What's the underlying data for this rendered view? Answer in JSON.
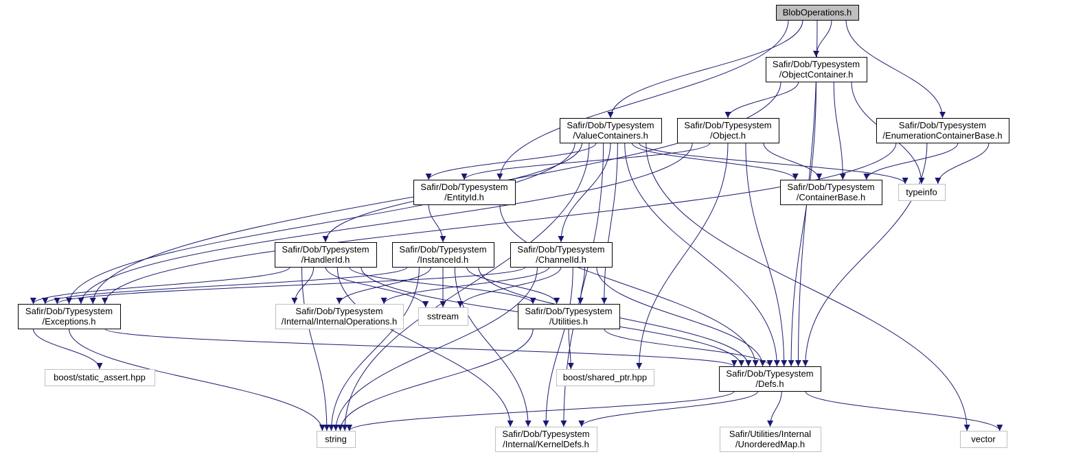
{
  "colors": {
    "edge": "#191970",
    "root_fill": "#bfbfbf",
    "node_border": "#000000",
    "external_border": "#bfbfbf",
    "background": "#ffffff"
  },
  "nodes": {
    "blob": {
      "kind": "root",
      "lines": [
        "BlobOperations.h"
      ]
    },
    "objcont": {
      "kind": "doc",
      "lines": [
        "Safir/Dob/Typesystem",
        "/ObjectContainer.h"
      ]
    },
    "valuecont": {
      "kind": "doc",
      "lines": [
        "Safir/Dob/Typesystem",
        "/ValueContainers.h"
      ]
    },
    "object": {
      "kind": "doc",
      "lines": [
        "Safir/Dob/Typesystem",
        "/Object.h"
      ]
    },
    "enumbase": {
      "kind": "doc",
      "lines": [
        "Safir/Dob/Typesystem",
        "/EnumerationContainerBase.h"
      ]
    },
    "entityid": {
      "kind": "doc",
      "lines": [
        "Safir/Dob/Typesystem",
        "/EntityId.h"
      ]
    },
    "contbase": {
      "kind": "doc",
      "lines": [
        "Safir/Dob/Typesystem",
        "/ContainerBase.h"
      ]
    },
    "typeinfo": {
      "kind": "ext",
      "lines": [
        "typeinfo"
      ]
    },
    "handlerid": {
      "kind": "doc",
      "lines": [
        "Safir/Dob/Typesystem",
        "/HandlerId.h"
      ]
    },
    "instanceid": {
      "kind": "doc",
      "lines": [
        "Safir/Dob/Typesystem",
        "/InstanceId.h"
      ]
    },
    "channelid": {
      "kind": "doc",
      "lines": [
        "Safir/Dob/Typesystem",
        "/ChannelId.h"
      ]
    },
    "exceptions": {
      "kind": "doc",
      "lines": [
        "Safir/Dob/Typesystem",
        "/Exceptions.h"
      ]
    },
    "internalops": {
      "kind": "ext",
      "lines": [
        "Safir/Dob/Typesystem",
        "/Internal/InternalOperations.h"
      ]
    },
    "sstream": {
      "kind": "ext",
      "lines": [
        "sstream"
      ]
    },
    "utilities": {
      "kind": "doc",
      "lines": [
        "Safir/Dob/Typesystem",
        "/Utilities.h"
      ]
    },
    "staticassert": {
      "kind": "ext",
      "lines": [
        "boost/static_assert.hpp"
      ]
    },
    "sharedptr": {
      "kind": "ext",
      "lines": [
        "boost/shared_ptr.hpp"
      ]
    },
    "defs": {
      "kind": "doc",
      "lines": [
        "Safir/Dob/Typesystem",
        "/Defs.h"
      ]
    },
    "string": {
      "kind": "ext",
      "lines": [
        "string"
      ]
    },
    "kerneldefs": {
      "kind": "ext",
      "lines": [
        "Safir/Dob/Typesystem",
        "/Internal/KernelDefs.h"
      ]
    },
    "unordmap": {
      "kind": "ext",
      "lines": [
        "Safir/Utilities/Internal",
        "/UnorderedMap.h"
      ]
    },
    "vector": {
      "kind": "ext",
      "lines": [
        "vector"
      ]
    }
  },
  "edges": [
    [
      "blob",
      "objcont"
    ],
    [
      "blob",
      "valuecont"
    ],
    [
      "blob",
      "enumbase"
    ],
    [
      "blob",
      "entityid"
    ],
    [
      "blob",
      "defs"
    ],
    [
      "objcont",
      "object"
    ],
    [
      "objcont",
      "contbase"
    ],
    [
      "objcont",
      "typeinfo"
    ],
    [
      "objcont",
      "exceptions"
    ],
    [
      "objcont",
      "defs"
    ],
    [
      "valuecont",
      "entityid"
    ],
    [
      "valuecont",
      "contbase"
    ],
    [
      "valuecont",
      "typeinfo"
    ],
    [
      "valuecont",
      "handlerid"
    ],
    [
      "valuecont",
      "channelid"
    ],
    [
      "valuecont",
      "exceptions"
    ],
    [
      "valuecont",
      "utilities"
    ],
    [
      "valuecont",
      "defs"
    ],
    [
      "valuecont",
      "vector"
    ],
    [
      "valuecont",
      "string"
    ],
    [
      "valuecont",
      "kerneldefs"
    ],
    [
      "object",
      "entityid"
    ],
    [
      "object",
      "contbase"
    ],
    [
      "object",
      "exceptions"
    ],
    [
      "object",
      "sharedptr"
    ],
    [
      "object",
      "defs"
    ],
    [
      "enumbase",
      "contbase"
    ],
    [
      "enumbase",
      "typeinfo"
    ],
    [
      "enumbase",
      "exceptions"
    ],
    [
      "enumbase",
      "defs"
    ],
    [
      "entityid",
      "instanceid"
    ],
    [
      "entityid",
      "defs"
    ],
    [
      "handlerid",
      "exceptions"
    ],
    [
      "handlerid",
      "internalops"
    ],
    [
      "handlerid",
      "sstream"
    ],
    [
      "handlerid",
      "utilities"
    ],
    [
      "handlerid",
      "string"
    ],
    [
      "handlerid",
      "kerneldefs"
    ],
    [
      "handlerid",
      "defs"
    ],
    [
      "instanceid",
      "exceptions"
    ],
    [
      "instanceid",
      "internalops"
    ],
    [
      "instanceid",
      "sstream"
    ],
    [
      "instanceid",
      "utilities"
    ],
    [
      "instanceid",
      "string"
    ],
    [
      "instanceid",
      "kerneldefs"
    ],
    [
      "instanceid",
      "defs"
    ],
    [
      "channelid",
      "exceptions"
    ],
    [
      "channelid",
      "internalops"
    ],
    [
      "channelid",
      "sstream"
    ],
    [
      "channelid",
      "utilities"
    ],
    [
      "channelid",
      "string"
    ],
    [
      "channelid",
      "kerneldefs"
    ],
    [
      "channelid",
      "defs"
    ],
    [
      "exceptions",
      "staticassert"
    ],
    [
      "exceptions",
      "string"
    ],
    [
      "exceptions",
      "defs"
    ],
    [
      "utilities",
      "sharedptr"
    ],
    [
      "utilities",
      "string"
    ],
    [
      "utilities",
      "defs"
    ],
    [
      "defs",
      "string"
    ],
    [
      "defs",
      "kerneldefs"
    ],
    [
      "defs",
      "unordmap"
    ],
    [
      "defs",
      "vector"
    ]
  ]
}
